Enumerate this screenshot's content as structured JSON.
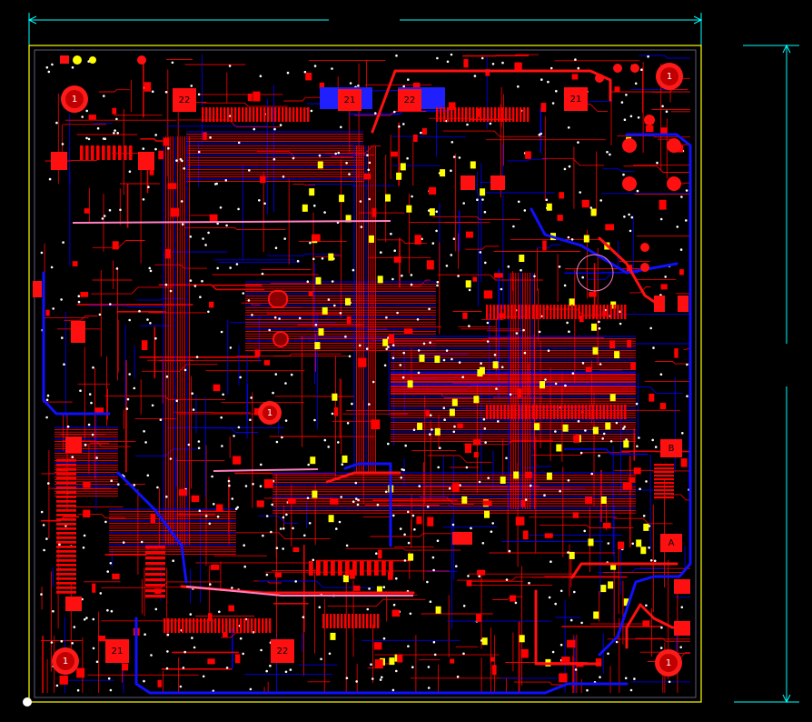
{
  "colors": {
    "background": "#000000",
    "board_outline": "#ffff00",
    "dimension": "#00ffff",
    "top_copper": "#ff0000",
    "bottom_copper": "#0000ff",
    "silkscreen": "#ffffff",
    "pad_highlight": "#ffff00",
    "pink_trace": "#ff80c0",
    "hole_dark": "#8b0000"
  },
  "board": {
    "mounting_holes": [
      {
        "name": "mounting-hole-top-left",
        "label": "1"
      },
      {
        "name": "mounting-hole-top-right",
        "label": "1"
      },
      {
        "name": "mounting-hole-bottom-left",
        "label": "1"
      },
      {
        "name": "mounting-hole-bottom-right",
        "label": "1"
      },
      {
        "name": "mounting-hole-center",
        "label": "1"
      }
    ],
    "component_labels": [
      {
        "name": "connector-22-top",
        "label": "22"
      },
      {
        "name": "connector-21-top-a",
        "label": "21"
      },
      {
        "name": "connector-22-top-b",
        "label": "22"
      },
      {
        "name": "connector-21-top-right",
        "label": "21"
      },
      {
        "name": "connector-21-bottom-left",
        "label": "21"
      },
      {
        "name": "connector-22-bottom",
        "label": "22"
      },
      {
        "name": "pad-b-right",
        "label": "B"
      },
      {
        "name": "pad-a-right",
        "label": "A"
      }
    ]
  }
}
